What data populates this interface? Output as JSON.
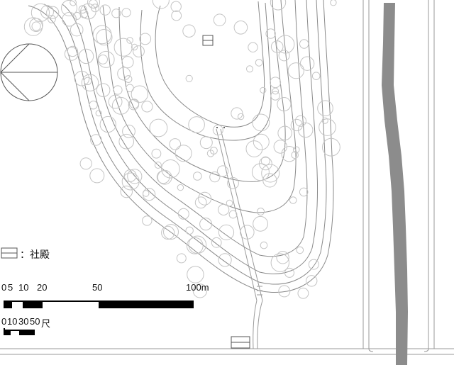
{
  "legend": {
    "shrine_label": "：社殿"
  },
  "scale_meters": {
    "ticks": [
      "0",
      "5",
      "10",
      "20",
      "50",
      "100m"
    ]
  },
  "scale_shaku": {
    "ticks": [
      "0",
      "10",
      "30",
      "50",
      "尺"
    ]
  },
  "colors": {
    "river": "#8c8c8c",
    "contour": "#8a8a8a",
    "tree": "#c4c4c4"
  }
}
